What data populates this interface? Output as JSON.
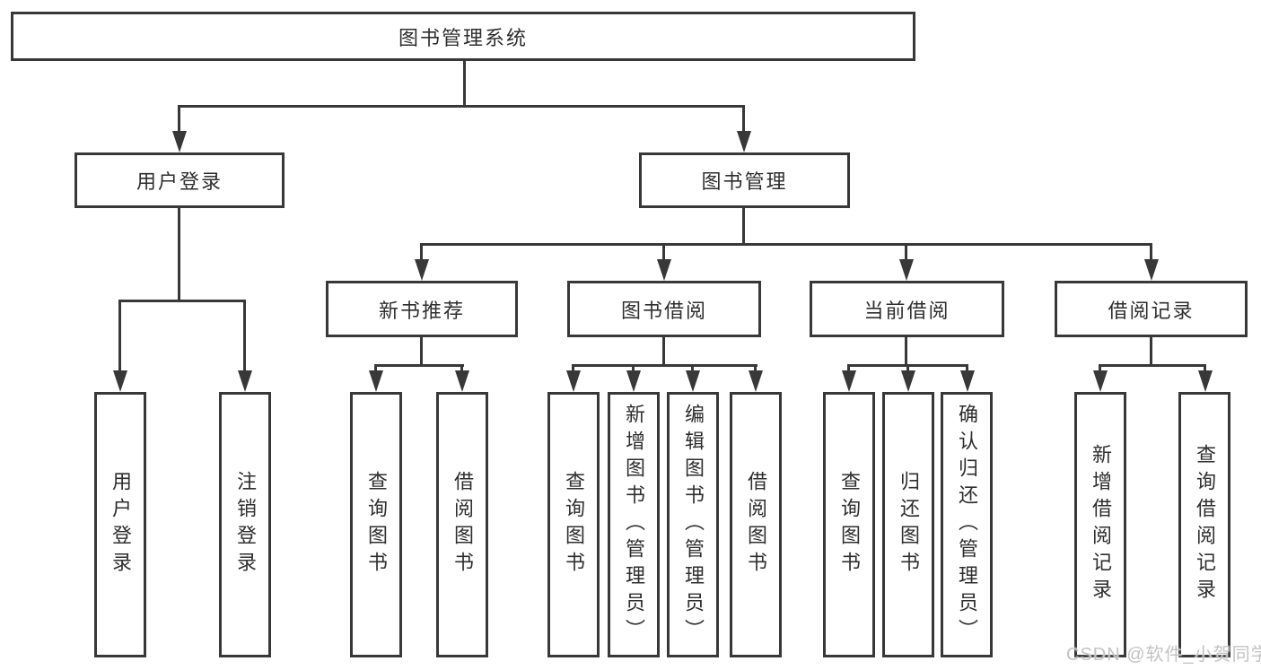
{
  "title": "图书管理系统",
  "branches": [
    {
      "label": "用户登录",
      "children": [
        "用户登录",
        "注销登录"
      ]
    },
    {
      "label": "图书管理",
      "sub": [
        {
          "label": "新书推荐",
          "children": [
            "查询图书",
            "借阅图书"
          ]
        },
        {
          "label": "图书借阅",
          "children": [
            "查询图书",
            "新增图书（管理员）",
            "编辑图书（管理员）",
            "借阅图书"
          ]
        },
        {
          "label": "当前借阅",
          "children": [
            "查询图书",
            "归还图书",
            "确认归还（管理员）"
          ]
        },
        {
          "label": "借阅记录",
          "children": [
            "新增借阅记录",
            "查询借阅记录"
          ]
        }
      ]
    }
  ],
  "watermark": "CSDN @软件_小贺同学",
  "colors": {
    "line": "#383838",
    "text": "#2e2e2e",
    "watermark": "#c3c3c3",
    "background": "#ffffff"
  }
}
